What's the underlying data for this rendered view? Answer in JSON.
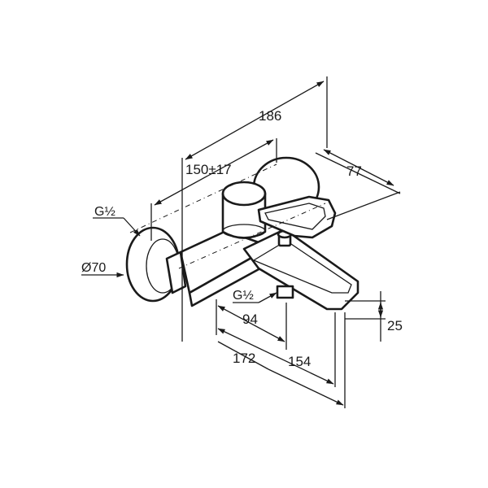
{
  "dimensions": {
    "overall_length": "186",
    "center_distance": "150±17",
    "depth": "77",
    "rosette_thread": "G½",
    "rosette_diameter": "Ø70",
    "outlet_thread": "G½",
    "outlet_offset": "94",
    "spout_reach_total": "172",
    "spout_reach": "154",
    "spout_height": "25"
  }
}
